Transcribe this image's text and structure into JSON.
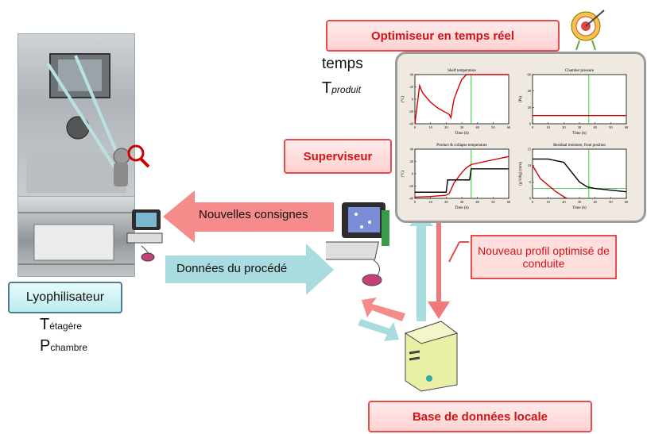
{
  "labels": {
    "optimiseur": "Optimiseur en temps réel",
    "superviseur": "Superviseur",
    "nouvelles_consignes": "Nouvelles consignes",
    "donnees_procede": "Données du procédé",
    "nouveau_profil": "Nouveau profil optimisé de conduite",
    "base_donnees": "Base de données locale",
    "lyophilisateur": "Lyophilisateur",
    "temps": "temps",
    "t_main": "T",
    "t_sub": "produit",
    "t_etagere_main": "T",
    "t_etagere_sub": "étagère",
    "p_chambre_main": "P",
    "p_chambre_sub": "chambre"
  },
  "colors": {
    "red_text": "#d11414",
    "red_arrow": "#f07a7a",
    "cyan_arrow": "#a9dcdf",
    "lyo_border": "#4a7c92",
    "panel_bg": "#efe9e2"
  },
  "chart_data": [
    {
      "type": "line",
      "title": "Shelf temperature",
      "xlabel": "Time (h)",
      "ylabel": "(°C)",
      "xlim": [
        0,
        60
      ],
      "ylim": [
        -40,
        40
      ],
      "xticks": [
        0,
        10,
        20,
        30,
        40,
        50,
        60
      ],
      "yticks": [
        -40,
        -20,
        0,
        20,
        40
      ],
      "vline": 36,
      "series": [
        {
          "color": "#d40000",
          "x": [
            0,
            3,
            5,
            10,
            15,
            20,
            22,
            23,
            25,
            28,
            30,
            33,
            36,
            40,
            60
          ],
          "y": [
            -40,
            22,
            10,
            -5,
            -15,
            -22,
            -25,
            -30,
            0,
            20,
            32,
            40,
            40,
            40,
            40
          ]
        }
      ]
    },
    {
      "type": "line",
      "title": "Chamber pressure",
      "xlabel": "Time (h)",
      "ylabel": "(Pa)",
      "xlim": [
        0,
        60
      ],
      "ylim": [
        0,
        60
      ],
      "xticks": [
        0,
        10,
        20,
        30,
        40,
        50,
        60
      ],
      "yticks": [
        0,
        20,
        40,
        60
      ],
      "vline": 36,
      "series": [
        {
          "color": "#d40000",
          "x": [
            0,
            60
          ],
          "y": [
            10,
            10
          ]
        }
      ]
    },
    {
      "type": "line",
      "title": "Product & collapse temperature",
      "xlabel": "Time (h)",
      "ylabel": "(°C)",
      "xlim": [
        0,
        60
      ],
      "ylim": [
        -40,
        40
      ],
      "xticks": [
        0,
        10,
        20,
        30,
        40,
        50,
        60
      ],
      "yticks": [
        -40,
        -20,
        0,
        20,
        40
      ],
      "vline": 36,
      "series": [
        {
          "color": "#d40000",
          "x": [
            0,
            10,
            20,
            22,
            25,
            30,
            33,
            36,
            45,
            60
          ],
          "y": [
            -38,
            -37,
            -35,
            -32,
            -15,
            2,
            10,
            15,
            20,
            28
          ]
        },
        {
          "color": "#000000",
          "x": [
            0,
            20,
            21,
            35,
            36,
            60
          ],
          "y": [
            -30,
            -30,
            -10,
            -10,
            8,
            8
          ]
        }
      ]
    },
    {
      "type": "line",
      "title": "Residual moisture, front position",
      "xlabel": "Time (h)",
      "ylabel": "(g/100g)   (mm)",
      "xlim": [
        0,
        60
      ],
      "ylim": [
        0,
        15
      ],
      "xticks": [
        0,
        10,
        20,
        30,
        40,
        50,
        60
      ],
      "yticks": [
        0,
        5,
        10,
        15
      ],
      "vline": 36,
      "hline": 3,
      "series": [
        {
          "color": "#000000",
          "x": [
            0,
            10,
            20,
            25,
            30,
            35,
            40,
            50,
            60
          ],
          "y": [
            12,
            12,
            11,
            8,
            5,
            3.5,
            3,
            2.5,
            2
          ]
        },
        {
          "color": "#d40000",
          "x": [
            0,
            5,
            10,
            15,
            20,
            22
          ],
          "y": [
            10,
            6,
            4,
            2,
            0.5,
            0
          ]
        }
      ]
    }
  ]
}
